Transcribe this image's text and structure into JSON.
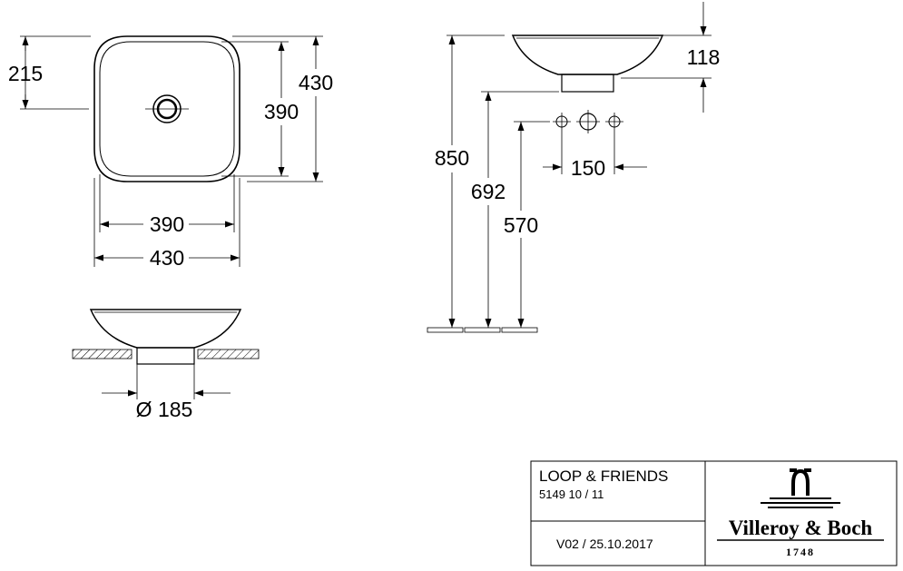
{
  "dimensions": {
    "top_drain_offset": "215",
    "top_height_outer": "430",
    "top_height_inner": "390",
    "top_width_inner": "390",
    "top_width_outer": "430",
    "drain_diameter": "Ø 185",
    "bowl_depth": "118",
    "mount_height_rim": "850",
    "mount_height_base": "692",
    "mount_height_tap": "570",
    "tap_spacing": "150"
  },
  "title_block": {
    "product_name": "LOOP & FRIENDS",
    "article_number": "5149 10 / 11",
    "version": "V02 / 25.10.2017",
    "brand_name": "Villeroy & Boch",
    "brand_year": "1748"
  },
  "colors": {
    "ink": "#000000",
    "background": "#ffffff"
  }
}
